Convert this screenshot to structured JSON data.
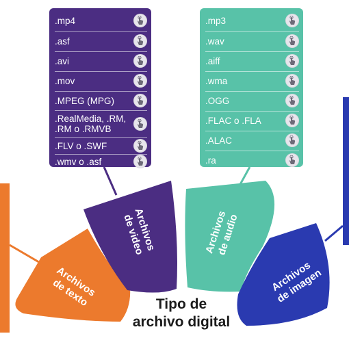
{
  "title": "Tipo de archivo digital",
  "title_lines": [
    "Tipo de",
    "archivo digital"
  ],
  "colors": {
    "video": "#4b2d82",
    "audio": "#58c2a8",
    "texto": "#ec7a2d",
    "imagen": "#2a3ab0"
  },
  "categories": {
    "texto": {
      "lines": [
        "Archivos",
        "de texto"
      ]
    },
    "video": {
      "lines": [
        "Archivos",
        "de video"
      ]
    },
    "audio": {
      "lines": [
        "Archivos",
        "de audio"
      ]
    },
    "imagen": {
      "lines": [
        "Archivos",
        "de imagen"
      ]
    }
  },
  "video_formats": [
    ".mp4",
    ".asf",
    ".avi",
    ".mov",
    ".MPEG (MPG)",
    ".RealMedia, .RM, .RM o .RMVB",
    ".FLV o .SWF",
    ".wmv o .asf"
  ],
  "audio_formats": [
    ".mp3",
    ".wav",
    ".aiff",
    ".wma",
    ".OGG",
    ".FLAC o .FLA",
    ".ALAC",
    ".ra"
  ],
  "row_icon": "touch-hand-icon"
}
